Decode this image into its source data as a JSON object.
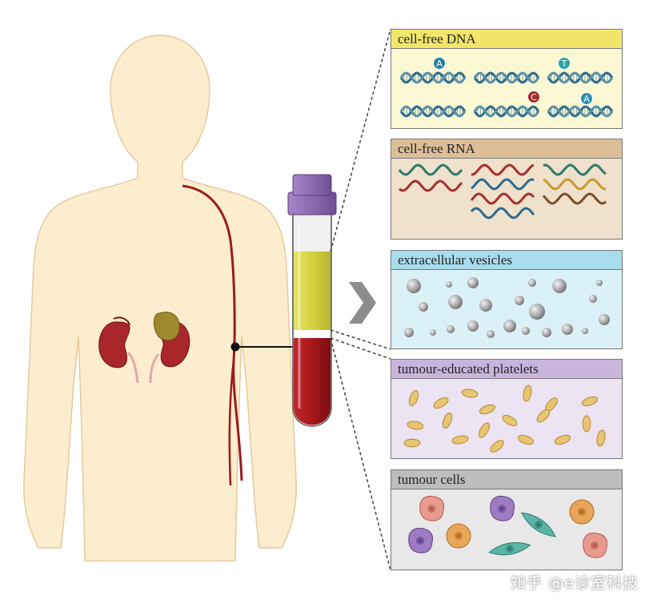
{
  "panels": {
    "dna": {
      "label": "cell-free DNA",
      "bases": [
        "A",
        "T",
        "C",
        "A"
      ]
    },
    "rna": {
      "label": "cell-free RNA"
    },
    "ev": {
      "label": "extracellular vesicles"
    },
    "tep": {
      "label": "tumour-educated platelets"
    },
    "tc": {
      "label": "tumour cells"
    }
  },
  "watermark": "知乎 @e诊室科技",
  "colors": {
    "skin": "#fdedcf",
    "vein": "#9a1c1c",
    "plasma": "#d9d84c",
    "blood": "#a8181c",
    "cap": "#8d6ab0"
  }
}
